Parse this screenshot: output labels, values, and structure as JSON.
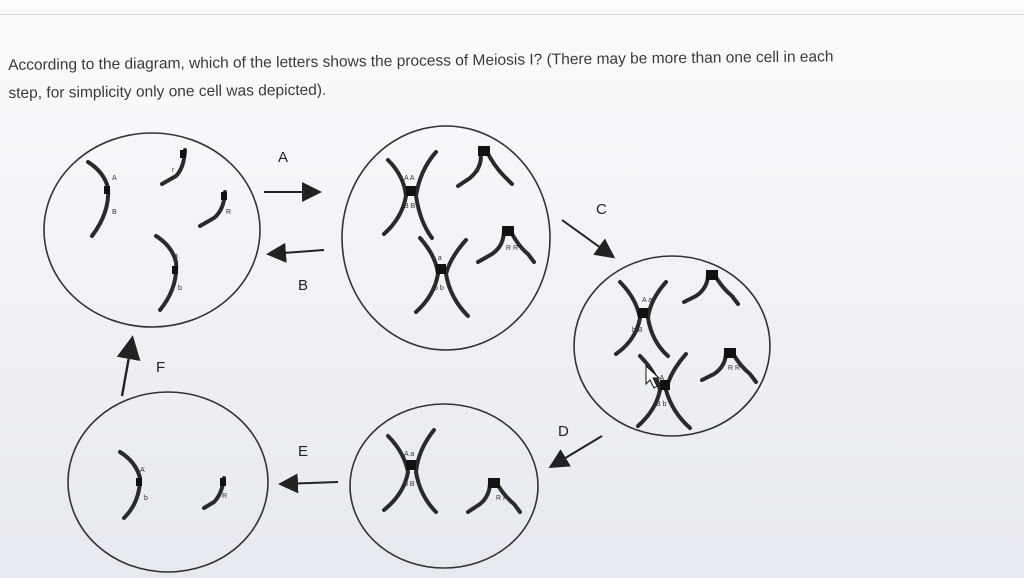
{
  "question": {
    "line1": "According to the diagram, which of the letters shows the process of Meiosis I? (There may be more than one cell in each",
    "line2": "step, for simplicity only one cell was depicted)."
  },
  "steps": {
    "a": "A",
    "b": "B",
    "c": "C",
    "d": "D",
    "e": "E",
    "f": "F"
  },
  "alleles": {
    "A_upper": "A",
    "a_lower": "a",
    "B_upper": "B",
    "b_lower": "b",
    "R_upper": "R",
    "r_lower": "r",
    "AA": "A A",
    "BB": "B B",
    "aa": "a a",
    "bb": "b b",
    "RR": "R R",
    "Aa": "A a",
    "bB": "b B",
    "aA": "a A",
    "Bb": "B b"
  },
  "colors": {
    "chromosome": "#2a2a2a",
    "centromere": "#111111",
    "cell_outline": "#333333",
    "arrow": "#222222"
  }
}
